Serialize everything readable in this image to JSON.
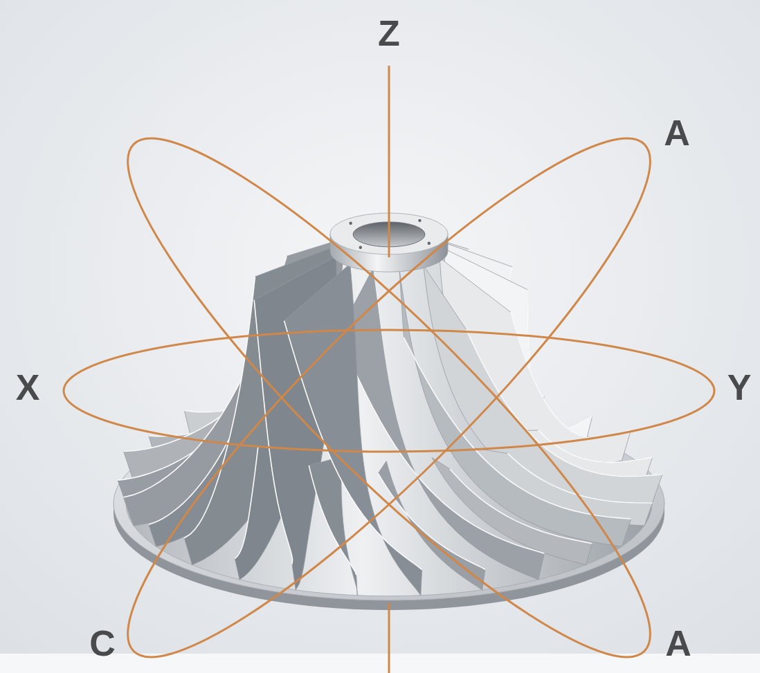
{
  "diagram": {
    "labels": [
      "Z",
      "A",
      "X",
      "Y",
      "C",
      "A"
    ]
  }
}
